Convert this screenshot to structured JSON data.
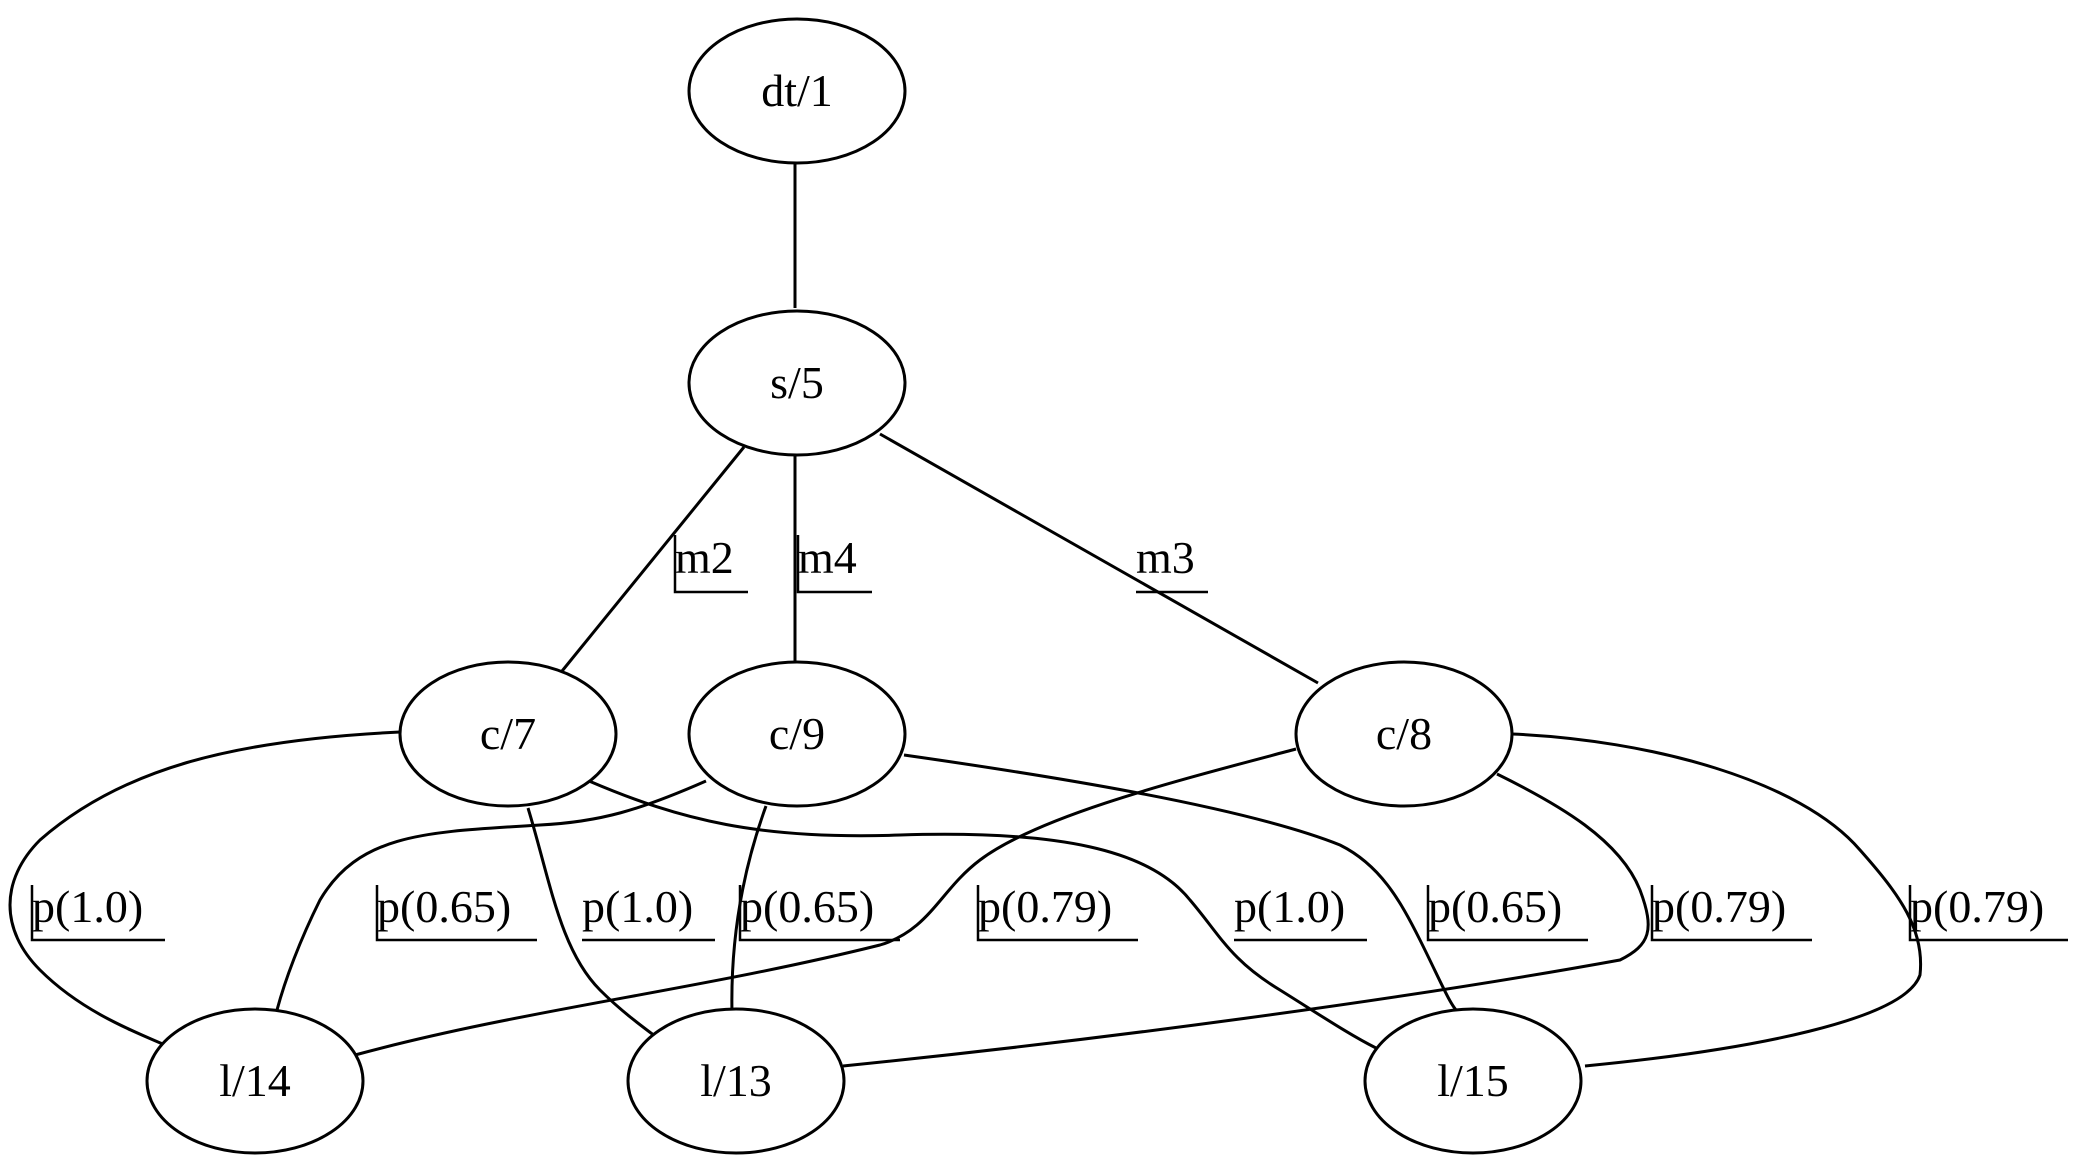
{
  "nodes": {
    "dt1": "dt/1",
    "s5": "s/5",
    "c7": "c/7",
    "c9": "c/9",
    "c8": "c/8",
    "l14": "l/14",
    "l13": "l/13",
    "l15": "l/15"
  },
  "edges": [
    {
      "from": "dt/1",
      "to": "s/5",
      "label": ""
    },
    {
      "from": "s/5",
      "to": "c/7",
      "label": "m2"
    },
    {
      "from": "s/5",
      "to": "c/9",
      "label": "m4"
    },
    {
      "from": "s/5",
      "to": "c/8",
      "label": "m3"
    },
    {
      "from": "c/7",
      "to": "l/14",
      "label": "p(1.0)"
    },
    {
      "from": "c/9",
      "to": "l/14",
      "label": "p(0.65)"
    },
    {
      "from": "c/7",
      "to": "l/13",
      "label": "p(1.0)"
    },
    {
      "from": "c/9",
      "to": "l/13",
      "label": "p(0.65)"
    },
    {
      "from": "c/8",
      "to": "l/14",
      "label": "p(0.79)"
    },
    {
      "from": "c/7",
      "to": "l/15",
      "label": "p(1.0)"
    },
    {
      "from": "c/9",
      "to": "l/15",
      "label": "p(0.65)"
    },
    {
      "from": "c/8",
      "to": "l/13",
      "label": "p(0.79)"
    },
    {
      "from": "c/8",
      "to": "l/15",
      "label": "p(0.79)"
    }
  ],
  "colors": {
    "stroke": "#000000",
    "fill": "#ffffff"
  }
}
